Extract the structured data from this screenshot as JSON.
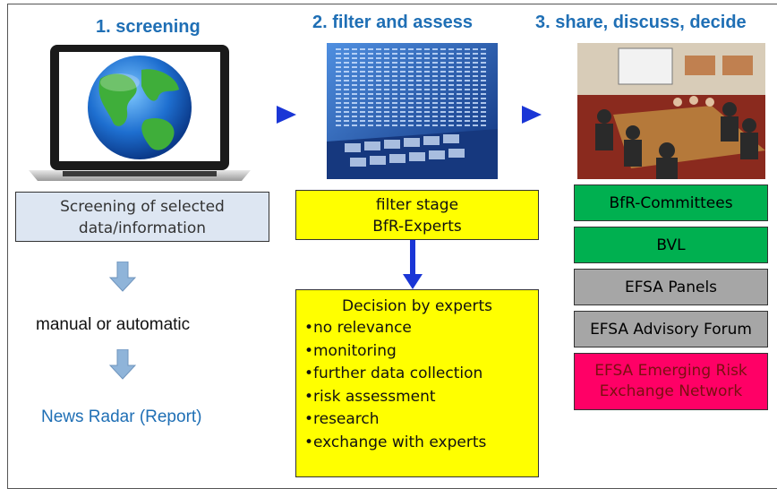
{
  "steps": [
    {
      "title": "1. screening"
    },
    {
      "title": "2. filter and assess"
    },
    {
      "title": "3. share, discuss, decide"
    }
  ],
  "screening": {
    "box_text_line1": "Screening of selected",
    "box_text_line2": "data/information",
    "method_text": "manual or automatic",
    "output_text": "News Radar (Report)"
  },
  "filter": {
    "stage_line1": "filter stage",
    "stage_line2": "BfR-Experts",
    "decision_title": "Decision by experts",
    "decisions": [
      "no relevance",
      "monitoring",
      "further data collection",
      "risk assessment",
      "research",
      "exchange with experts"
    ]
  },
  "forums": [
    {
      "label": "BfR-Committees",
      "color": "#00b050"
    },
    {
      "label": "BVL",
      "color": "#00b050"
    },
    {
      "label": "EFSA Panels",
      "color": "#a6a6a6"
    },
    {
      "label": "EFSA Advisory Forum",
      "color": "#a6a6a6"
    },
    {
      "label": "EFSA Emerging Risk Exchange Network",
      "color": "#ff0066"
    }
  ],
  "colors": {
    "title_blue": "#1f6fb5",
    "arrow_blue": "#1a36d6",
    "light_arrow": "#8fb4d9",
    "screen_box": "#dde6f2",
    "yellow": "#ffff00"
  }
}
